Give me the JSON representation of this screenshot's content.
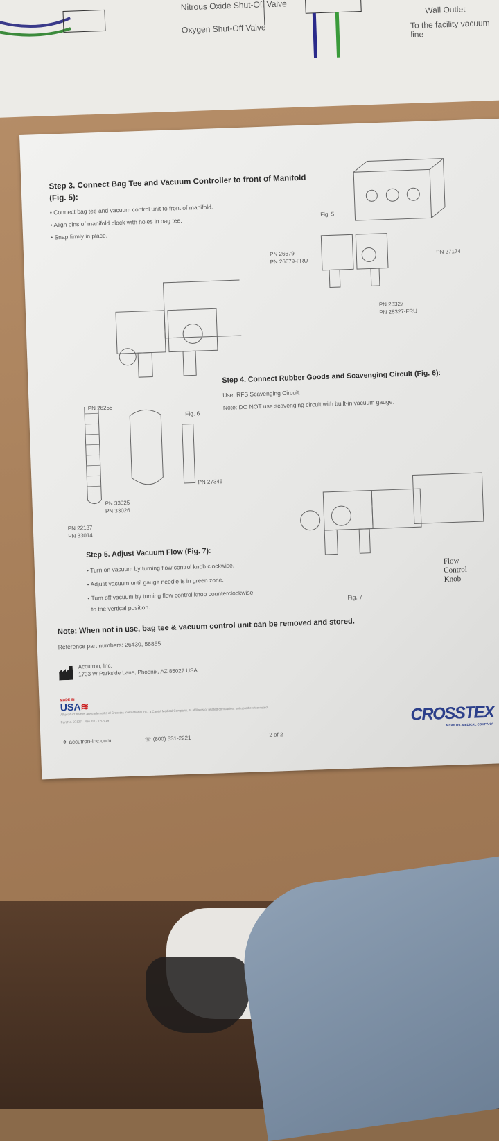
{
  "top_sheet": {
    "labels": [
      "Nitrous Oxide Shut-Off Valve",
      "Oxygen Shut-Off Valve",
      "Wall Outlet",
      "To the facility vacuum line"
    ]
  },
  "step3": {
    "title": "Step 3. Connect Bag Tee and Vacuum Controller to front of Manifold",
    "title_cont": "(Fig. 5):",
    "bullets": [
      "Connect bag tee and vacuum control unit to front of manifold.",
      "Align pins of manifold block with holes in bag tee.",
      "Snap firmly in place."
    ]
  },
  "fig5": {
    "caption": "Fig. 5",
    "pn_left_1": "PN 26679",
    "pn_left_2": "PN 26679-FRU",
    "pn_manifold": "PN 27174",
    "pn_right_1": "PN 28327",
    "pn_right_2": "PN 28327-FRU"
  },
  "step4": {
    "title": "Step 4. Connect Rubber Goods and Scavenging Circuit (Fig. 6):",
    "use": "Use: RFS Scavenging Circuit.",
    "note": "Note: DO NOT use scavenging circuit with built-in vacuum gauge."
  },
  "fig6": {
    "caption": "Fig. 6",
    "pn_elbow": "PN 26255",
    "pn_tube": "PN 27345",
    "pn_bag_1": "PN 33025",
    "pn_bag_2": "PN 33026",
    "pn_hose_1": "PN 22137",
    "pn_hose_2": "PN 33014"
  },
  "step5": {
    "title": "Step 5. Adjust Vacuum Flow (Fig. 7):",
    "bullets": [
      "Turn on vacuum by turning flow control knob clockwise.",
      "Adjust vacuum until gauge needle is in green zone.",
      "Turn off vacuum by turning flow control knob counterclockwise",
      "to the vertical position."
    ]
  },
  "fig7": {
    "caption": "Fig. 7",
    "knob_label": [
      "Flow",
      "Control",
      "Knob"
    ]
  },
  "note": "Note: When not in use, bag tee & vacuum control unit can be removed and stored.",
  "reference": "Reference part numbers: 26430, 56855",
  "manufacturer": {
    "name": "Accutron, Inc.",
    "address": "1733 W Parkside Lane, Phoenix, AZ 85027 USA"
  },
  "made_in": "MADE IN USA",
  "trademark": "All product names are trademarks of Crosstex International Inc., a Cantel Medical Company, its affiliates or related companies, unless otherwise noted.",
  "part_no": "Part No. 27127 - Rev. 03 - 12/2019",
  "footer": {
    "website": "accutron-inc.com",
    "phone": "(800) 531-2221",
    "page": "2 of 2"
  },
  "brand": {
    "name": "CROSSTEX",
    "tagline": "A CANTEL MEDICAL COMPANY",
    "color": "#2c3f8a"
  }
}
